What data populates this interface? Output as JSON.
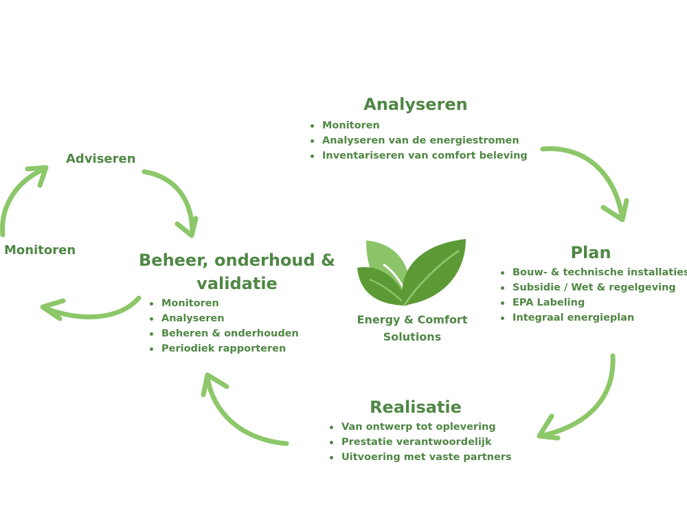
{
  "colors": {
    "text": "#4f8744",
    "arrow": "#8cc769",
    "leaf_light": "#8cc46a",
    "leaf_dark": "#5c9a36"
  },
  "logo": {
    "icon": "leaves-icon",
    "line1": "Energy & Comfort",
    "line2": "Solutions"
  },
  "sections": {
    "analyseren": {
      "title": "Analyseren",
      "items": [
        "Monitoren",
        "Analyseren van de energiestromen",
        "Inventariseren van comfort beleving"
      ]
    },
    "plan": {
      "title": "Plan",
      "items": [
        "Bouw- & technische installaties",
        "Subsidie / Wet & regelgeving",
        "EPA Labeling",
        "Integraal energieplan"
      ]
    },
    "realisatie": {
      "title": "Realisatie",
      "items": [
        "Van ontwerp tot oplevering",
        "Prestatie verantwoordelijk",
        "Uitvoering met vaste partners"
      ]
    },
    "beheer": {
      "title_line1": "Beheer, onderhoud &",
      "title_line2": "validatie",
      "items": [
        "Monitoren",
        "Analyseren",
        "Beheren & onderhouden",
        "Periodiek rapporteren"
      ]
    }
  },
  "subcycle": {
    "adviseren": "Adviseren",
    "monitoren": "Monitoren"
  }
}
